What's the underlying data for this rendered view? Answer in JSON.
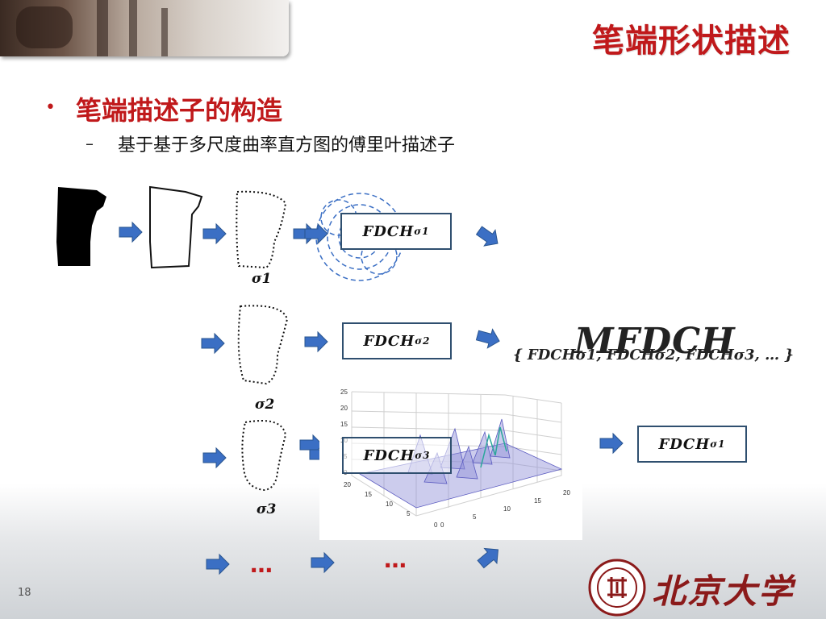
{
  "slide": {
    "title": "笔端形状描述",
    "bullet_heading": "笔端描述子的构造",
    "sub_bullet": "基于基于多尺度曲率直方图的傅里叶描述子",
    "page_number": "18"
  },
  "diagram": {
    "box_prefix": "FDCH",
    "boxes": [
      {
        "sub": "σ1"
      },
      {
        "sub": "σ2"
      },
      {
        "sub": "σ3"
      },
      {
        "sub": "σ1"
      }
    ],
    "sigma_labels": [
      "σ1",
      "σ2",
      "σ3"
    ],
    "ellipsis": "…",
    "mfdch_title": "MFDCH",
    "set_expr": {
      "open": "{",
      "items": [
        "FDCHσ1",
        "FDCHσ2",
        "FDCHσ3"
      ],
      "tail": "… }"
    }
  },
  "plot": {
    "y_ticks": [
      "25",
      "20",
      "15",
      "10",
      "5",
      "0"
    ],
    "x_ticks": [
      "20",
      "15",
      "10",
      "5",
      "0"
    ],
    "z_ticks": [
      "0",
      "5",
      "10",
      "15",
      "20"
    ]
  },
  "footer": {
    "university": "北京大学"
  },
  "colors": {
    "accent": "#c0191b",
    "arrow": "#3b6fc4",
    "box_border": "#2f4f6f"
  }
}
